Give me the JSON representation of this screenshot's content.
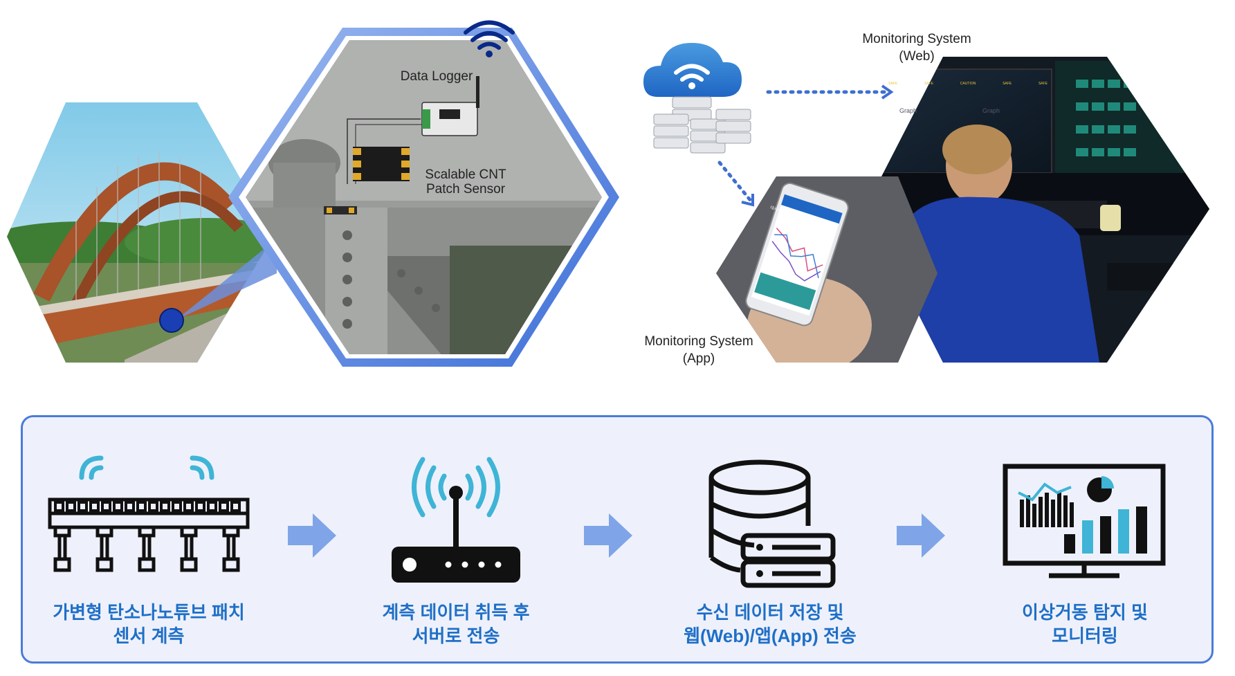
{
  "top": {
    "data_logger_label": "Data Logger",
    "sensor_label_line1": "Scalable CNT",
    "sensor_label_line2": "Patch Sensor",
    "web_label_line1": "Monitoring System",
    "web_label_line2": "(Web)",
    "app_label_line1": "Monitoring System",
    "app_label_line2": "(App)"
  },
  "dashboard": {
    "status_labels": [
      "SAFE",
      "SAFE",
      "CAUTION",
      "SAFE",
      "SAFE"
    ],
    "graph_label": "Graph"
  },
  "phone": {
    "app_title": "대시보드"
  },
  "steps": [
    {
      "line1": "가변형 탄소나노튜브 패치",
      "line2": "센서 계측"
    },
    {
      "line1": "계측 데이터 취득 후",
      "line2": "서버로 전송"
    },
    {
      "line1": "수신 데이터 저장 및",
      "line2": "웹(Web)/앱(App) 전송"
    },
    {
      "line1": "이상거동 탐지 및",
      "line2": "모니터링"
    }
  ],
  "colors": {
    "accent_blue": "#4a7bd9",
    "step_text": "#1f6fc7",
    "icon_cyan": "#3fb4d6",
    "arrow_blue": "#7fa4e8",
    "bridge_rust": "#a8532a"
  }
}
